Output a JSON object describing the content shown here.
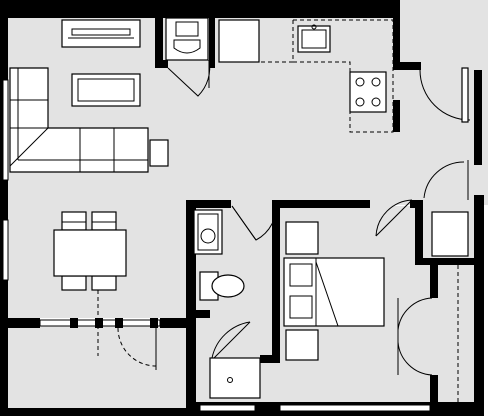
{
  "plan": {
    "background_color": "#ffffff",
    "floor_color": "#e3e3e3",
    "wall_color": "#000000",
    "fixture_color": "#ffffff",
    "rooms": [
      "living-room",
      "dining-area",
      "kitchen",
      "bedroom",
      "bathroom",
      "closet",
      "balcony",
      "entry-hall"
    ],
    "fixtures": [
      "tv-console",
      "coffee-table",
      "sectional-sofa",
      "side-table",
      "dining-table",
      "dining-chairs",
      "stacked-washer-dryer",
      "kitchen-sink",
      "stove",
      "refrigerator",
      "bed",
      "nightstands",
      "dresser",
      "bathroom-sink",
      "toilet",
      "shower",
      "closet-shelf"
    ]
  }
}
